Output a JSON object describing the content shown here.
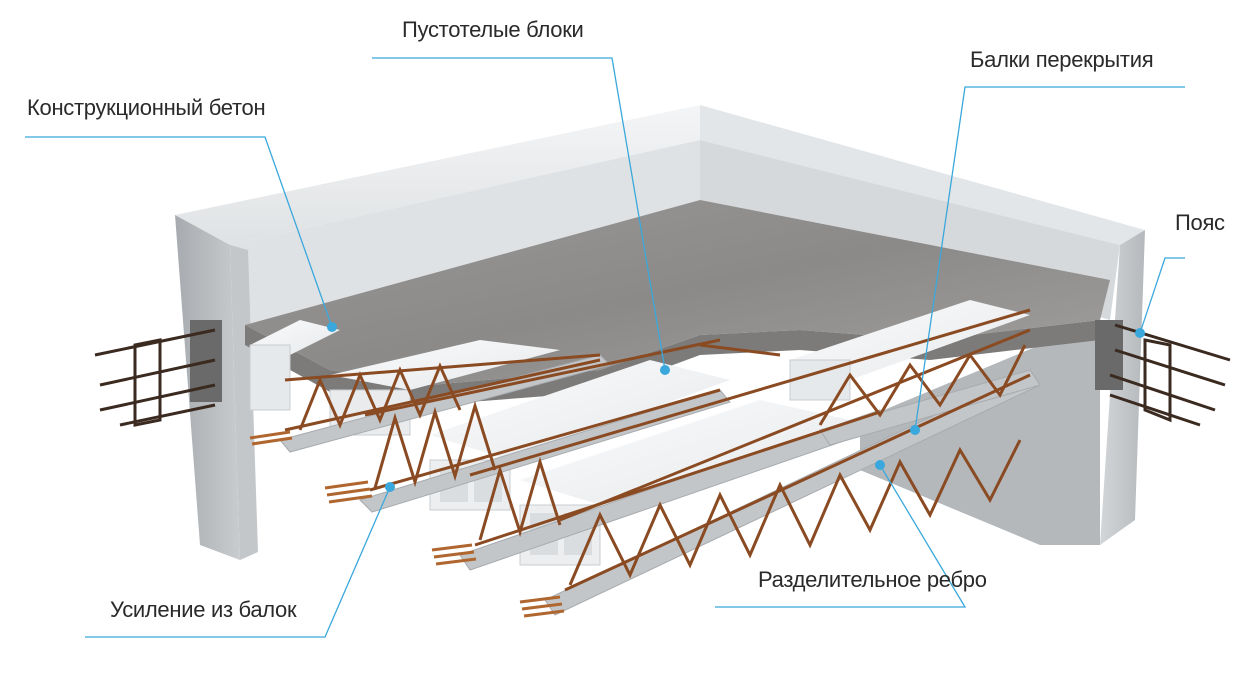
{
  "labels": {
    "structural_concrete": "Конструкционный бетон",
    "hollow_blocks": "Пустотелые блоки",
    "floor_beams": "Балки перекрытия",
    "belt": "Пояс",
    "beam_reinforcement": "Усиление из балок",
    "separating_rib": "Разделительное ребро"
  },
  "colors": {
    "leader_line": "#3aa8dc",
    "wall_top": "#e9ebed",
    "wall_front": "#b9bcbf",
    "concrete": "#8f8f8f",
    "block": "#f2f4f5",
    "rebar": "#8a4a22",
    "beam": "#c6c9cc"
  }
}
